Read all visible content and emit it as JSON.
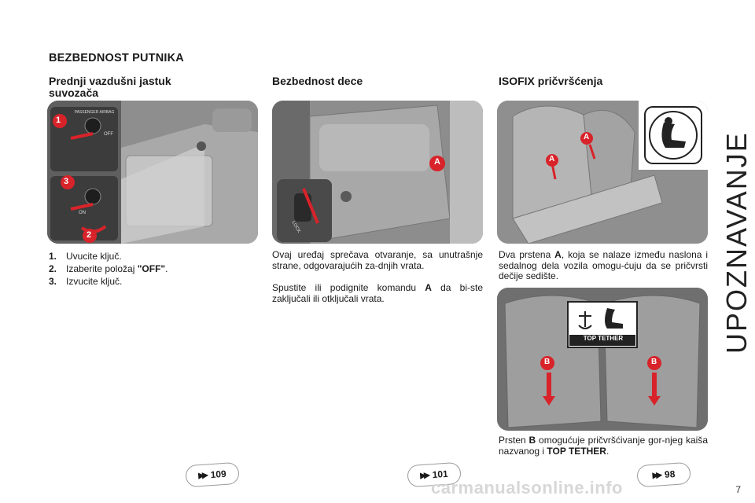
{
  "page_title": "BEZBEDNOST PUTNIKA",
  "side_tab": "UPOZNAVANJE",
  "page_number": "7",
  "watermark": "carmanualsonline.info",
  "col1": {
    "title": "Prednji vazdušni jastuk suvozača",
    "photo_labels": {
      "one": "1",
      "two": "2",
      "three": "3",
      "passenger_airbag": "PASSENGER AIRBAG",
      "off": "OFF",
      "on": "ON"
    },
    "items": [
      {
        "num": "1.",
        "pre": "Uvucite ključ.",
        "bold": "",
        "post": ""
      },
      {
        "num": "2.",
        "pre": "Izaberite položaj ",
        "bold": "\"OFF\"",
        "post": "."
      },
      {
        "num": "3.",
        "pre": "Izvucite ključ.",
        "bold": "",
        "post": ""
      }
    ],
    "xref": "109"
  },
  "col2": {
    "title": "Bezbednost dece",
    "photo_labels": {
      "a": "A",
      "lock": "LOCK"
    },
    "para1": "Ovaj uređaj sprečava otvaranje, sa unutrašnje strane, odgovarajućih za-dnjih vrata.",
    "para2_pre": "Spustite ili podignite komandu ",
    "para2_bold": "A",
    "para2_post": " da bi-ste zaključali ili otključali vrata.",
    "xref": "101"
  },
  "col3": {
    "title": "ISOFIX pričvršćenja",
    "photo_labels": {
      "a1": "A",
      "a2": "A",
      "b1": "B",
      "b2": "B",
      "top_tether": "TOP TETHER"
    },
    "para1_pre": "Dva prstena ",
    "para1_bold": "A",
    "para1_post": ", koja se nalaze između naslona i sedalnog dela vozila omogu-ćuju da se pričvrsti dečije sedište.",
    "para2_pre": "Prsten ",
    "para2_bold": "B",
    "para2_mid": " omogućuje pričvršćivanje gor-njeg kaiša nazvanog i ",
    "para2_bold2": "TOP TETHER",
    "para2_post": ".",
    "xref": "98"
  },
  "colors": {
    "accent_red": "#d8232a",
    "photo_gray": "#b9b9b9"
  }
}
